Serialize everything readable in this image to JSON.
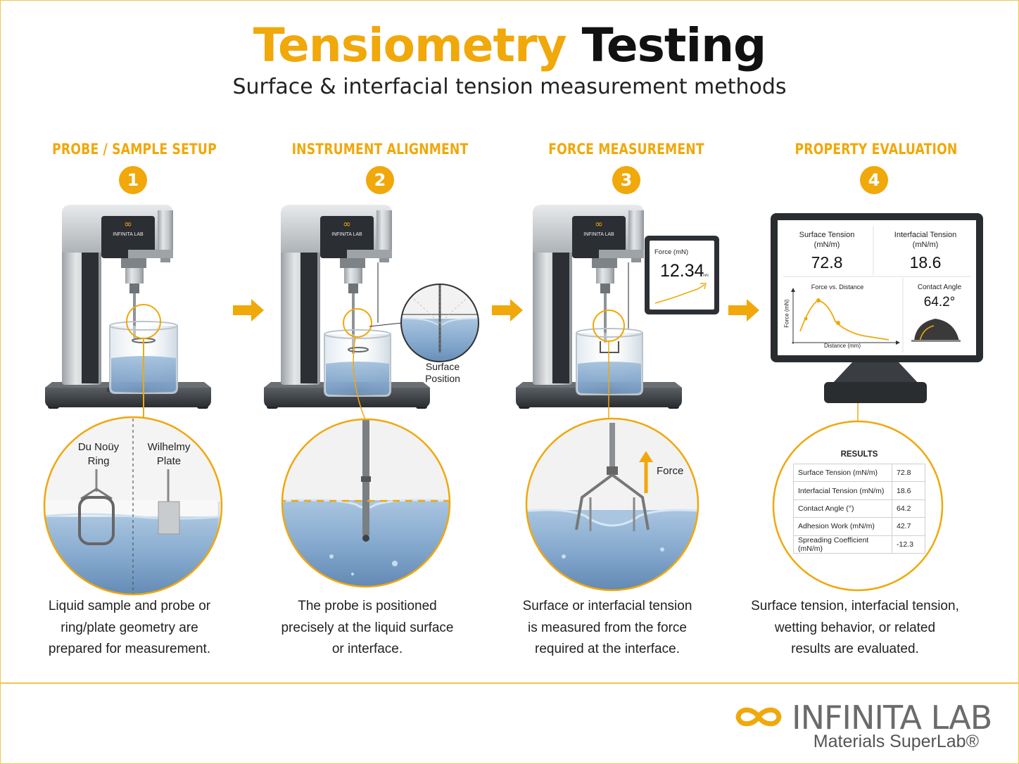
{
  "header": {
    "title_part1": "Tensiometry",
    "title_part2": "Testing",
    "subtitle": "Surface & interfacial tension measurement methods"
  },
  "steps": [
    {
      "number": "1",
      "title": "PROBE / SAMPLE SETUP",
      "caption_lines": [
        "Liquid sample and probe or",
        "ring/plate geometry are",
        "prepared for measurement."
      ]
    },
    {
      "number": "2",
      "title": "INSTRUMENT ALIGNMENT",
      "caption_lines": [
        "The probe is positioned",
        "precisely at the liquid surface",
        "or interface."
      ]
    },
    {
      "number": "3",
      "title": "FORCE MEASUREMENT",
      "caption_lines": [
        "Surface or interfacial tension",
        "is measured from the force",
        "required at the interface."
      ]
    },
    {
      "number": "4",
      "title": "PROPERTY EVALUATION",
      "caption_lines": [
        "Surface tension, interfacial tension,",
        "wetting behavior, or related",
        "results are evaluated."
      ]
    }
  ],
  "instrument_logo": "INFINITA LAB",
  "step1": {
    "ring_label_1": "Du Noüy",
    "ring_label_2": "Ring",
    "plate_label_1": "Wilhelmy",
    "plate_label_2": "Plate"
  },
  "step2": {
    "surface_label_1": "Surface",
    "surface_label_2": "Position"
  },
  "step3": {
    "force_label": "Force",
    "display_label": "Force (mN)",
    "display_value": "12.34",
    "display_unit": "mN"
  },
  "monitor": {
    "surface_tension_label_1": "Surface Tension",
    "surface_tension_label_2": "(mN/m)",
    "surface_tension_value": "72.8",
    "interfacial_tension_label_1": "Interfacial Tension",
    "interfacial_tension_label_2": "(mN/m)",
    "interfacial_tension_value": "18.6",
    "graph_title": "Force vs. Distance",
    "graph_xlabel": "Distance (mm)",
    "graph_ylabel": "Force (mN)",
    "contact_angle_label": "Contact Angle",
    "contact_angle_value": "64.2°"
  },
  "results": {
    "title": "RESULTS",
    "rows": [
      {
        "label": "Surface Tension (mN/m)",
        "value": "72.8"
      },
      {
        "label": "Interfacial Tension (mN/m)",
        "value": "18.6"
      },
      {
        "label": "Contact Angle (°)",
        "value": "64.2"
      },
      {
        "label": "Adhesion Work (mN/m)",
        "value": "42.7"
      },
      {
        "label": "Spreading Coefficient (mN/m)",
        "value": "-12.3"
      }
    ]
  },
  "footer": {
    "brand_name": "INFINITA LAB",
    "brand_sub": "Materials SuperLab®"
  },
  "colors": {
    "accent": "#f0a80a",
    "liquid": "#8fb0d2",
    "metal": "#b8bcc0",
    "dark": "#2e3236"
  }
}
